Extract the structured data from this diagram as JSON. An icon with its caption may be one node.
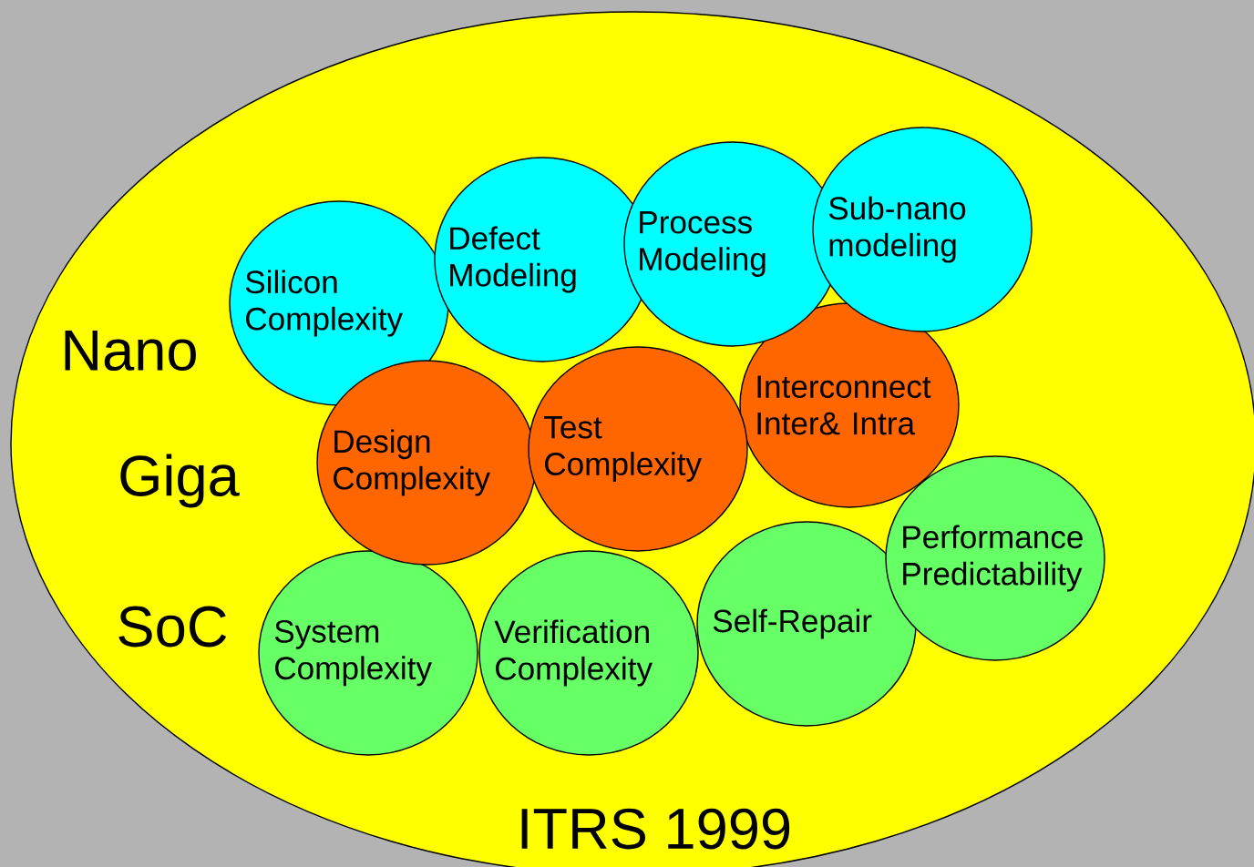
{
  "diagram": {
    "nodes": [
      {
        "text": [
          "ITRS 1999"
        ]
      },
      {
        "text": [
          "Silicon Complexity"
        ],
        "in": 0
      },
      {
        "text": [
          "Defect Modeling"
        ],
        "in": 0
      },
      {
        "text": [
          "Process Modeling"
        ],
        "in": 0
      },
      {
        "text": [
          "Sub-nano modeling"
        ],
        "in": 0
      },
      {
        "text": [
          "Design Complexity"
        ],
        "in": 0
      },
      {
        "text": [
          "Test Complexity"
        ],
        "in": 0
      },
      {
        "text": [
          "Interconnect Inter& Intra"
        ],
        "in": 0
      },
      {
        "text": [
          "System Complexity"
        ],
        "in": 0
      },
      {
        "text": [
          "Verification Complexity"
        ],
        "in": 0
      },
      {
        "text": [
          "Self-Repair"
        ],
        "in": 0
      },
      {
        "text": [
          "Performance Predictability"
        ],
        "in": 0
      }
    ],
    "edges": [],
    "labels": [
      "Nano",
      "Giga",
      "SoC"
    ]
  }
}
